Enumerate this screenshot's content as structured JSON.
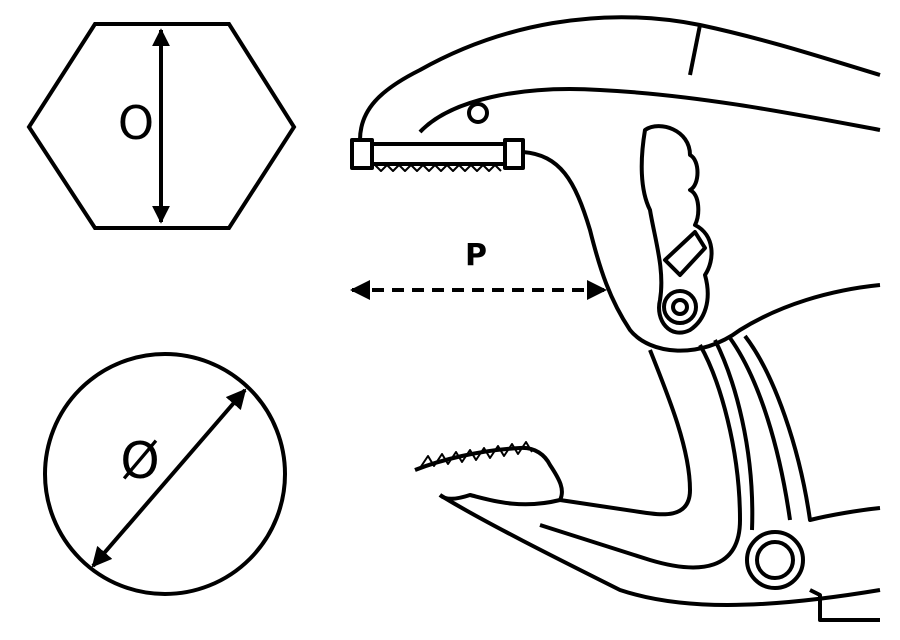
{
  "labels": {
    "hex_label": "O",
    "round_label": "Ø",
    "opening_label": "P"
  },
  "colors": {
    "stroke": "#000000",
    "background": "#ffffff"
  }
}
